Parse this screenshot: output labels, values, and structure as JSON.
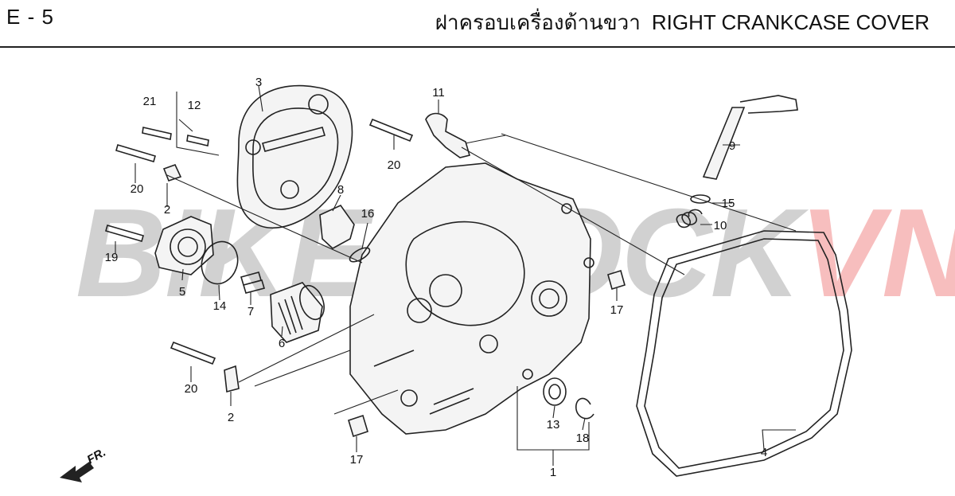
{
  "header": {
    "page_code": "E - 5",
    "title_thai": "ฝาครอบเครื่องด้านขวา",
    "title_en": "RIGHT CRANKCASE COVER"
  },
  "watermark": {
    "part_a": "BIKESTOCK",
    "part_b": "VN"
  },
  "direction_marker": {
    "label": "FR."
  },
  "callouts": [
    {
      "id": "c3",
      "label": "3"
    },
    {
      "id": "c21",
      "label": "21"
    },
    {
      "id": "c12",
      "label": "12"
    },
    {
      "id": "c20a",
      "label": "20"
    },
    {
      "id": "c2a",
      "label": "2"
    },
    {
      "id": "c8",
      "label": "8"
    },
    {
      "id": "c16",
      "label": "16"
    },
    {
      "id": "c19",
      "label": "19"
    },
    {
      "id": "c5",
      "label": "5"
    },
    {
      "id": "c14",
      "label": "14"
    },
    {
      "id": "c7",
      "label": "7"
    },
    {
      "id": "c6",
      "label": "6"
    },
    {
      "id": "c20b",
      "label": "20"
    },
    {
      "id": "c2b",
      "label": "2"
    },
    {
      "id": "c11",
      "label": "11"
    },
    {
      "id": "c20c",
      "label": "20"
    },
    {
      "id": "c9",
      "label": "9"
    },
    {
      "id": "c15",
      "label": "15"
    },
    {
      "id": "c10",
      "label": "10"
    },
    {
      "id": "c17a",
      "label": "17"
    },
    {
      "id": "c17b",
      "label": "17"
    },
    {
      "id": "c13",
      "label": "13"
    },
    {
      "id": "c18",
      "label": "18"
    },
    {
      "id": "c1",
      "label": "1"
    },
    {
      "id": "c4",
      "label": "4"
    }
  ]
}
